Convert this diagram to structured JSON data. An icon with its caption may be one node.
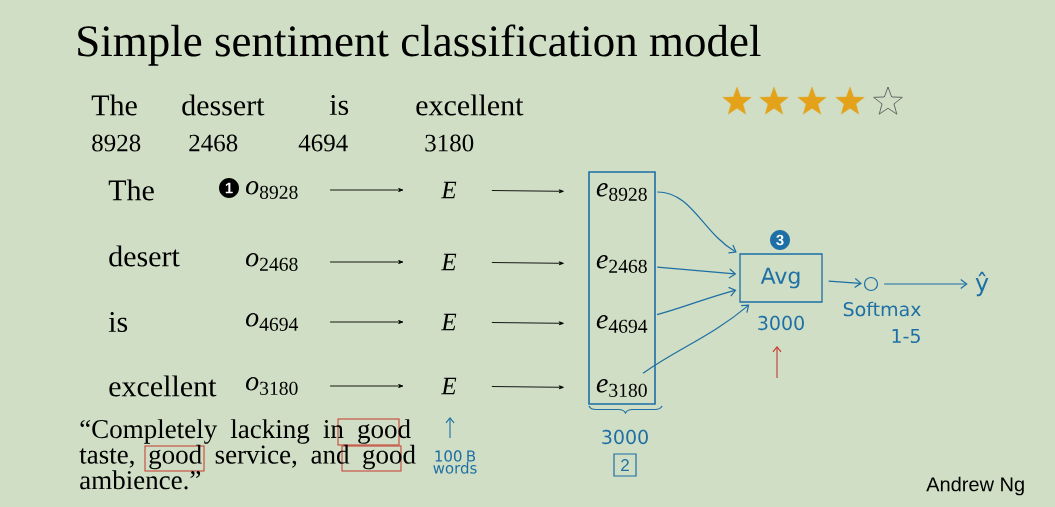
{
  "diagram": {
    "title": "Simple sentiment classification model",
    "nodes": [
      {
        "text": [
          "*o*$_{8928}$"
        ]
      },
      {
        "text": [
          "*o*$_{2468}$"
        ]
      },
      {
        "text": [
          "*o*$_{4694}$"
        ]
      },
      {
        "text": [
          "*o*$_{3180}$"
        ]
      },
      {
        "text": [
          "E"
        ]
      },
      {
        "text": [
          "E"
        ]
      },
      {
        "text": [
          "E"
        ]
      },
      {
        "text": [
          "E"
        ]
      },
      {
        "text": [],
        "shape": "box"
      },
      {
        "text": [
          "*e*$_{8928}$"
        ],
        "in": 8
      },
      {
        "text": [
          "*e*$_{2468}$"
        ],
        "in": 8
      },
      {
        "text": [
          "*e*$_{4694}$"
        ],
        "in": 8
      },
      {
        "text": [
          "*e*$_{3180}$"
        ],
        "in": 8
      },
      {
        "text": [
          "Avg"
        ],
        "beside": [
          "3",
          "3000"
        ]
      },
      {
        "text": [],
        "shape": "circle",
        "beside": [
          "Softmax",
          "1-5"
        ]
      },
      {
        "text": [
          "ŷ"
        ]
      },
      {
        "text": [
          "2"
        ],
        "beside": [
          "3000"
        ]
      }
    ],
    "edges": [
      {
        "from": 0,
        "to": 4,
        "arrow": "to"
      },
      {
        "from": 1,
        "to": 5,
        "arrow": "to"
      },
      {
        "from": 2,
        "to": 6,
        "arrow": "to"
      },
      {
        "from": 3,
        "to": 7,
        "arrow": "to"
      },
      {
        "from": 4,
        "to": 9,
        "arrow": "to"
      },
      {
        "from": 5,
        "to": 10,
        "arrow": "to"
      },
      {
        "from": 6,
        "to": 11,
        "arrow": "to"
      },
      {
        "from": 7,
        "to": 12,
        "arrow": "to"
      },
      {
        "from": 9,
        "to": 13,
        "arrow": "to",
        "color": "#1d6fa5"
      },
      {
        "from": 10,
        "to": 13,
        "arrow": "to",
        "color": "#1d6fa5"
      },
      {
        "from": 11,
        "to": 13,
        "arrow": "to",
        "color": "#1d6fa5"
      },
      {
        "from": 12,
        "to": 13,
        "arrow": "to",
        "color": "#1d6fa5"
      },
      {
        "from": 13,
        "to": 14,
        "arrow": "to",
        "color": "#1d6fa5"
      },
      {
        "from": 14,
        "to": 15,
        "arrow": "to",
        "color": "#1d6fa5"
      }
    ],
    "labels": [
      "The",
      "dessert",
      "is",
      "excellent",
      "8928",
      "2468",
      "4694",
      "3180",
      "The",
      "1",
      "desert",
      "is",
      "excellent",
      "“Completely lacking in good taste, good service, and good ambience.”",
      "100 B words",
      "Andrew Ng"
    ]
  }
}
